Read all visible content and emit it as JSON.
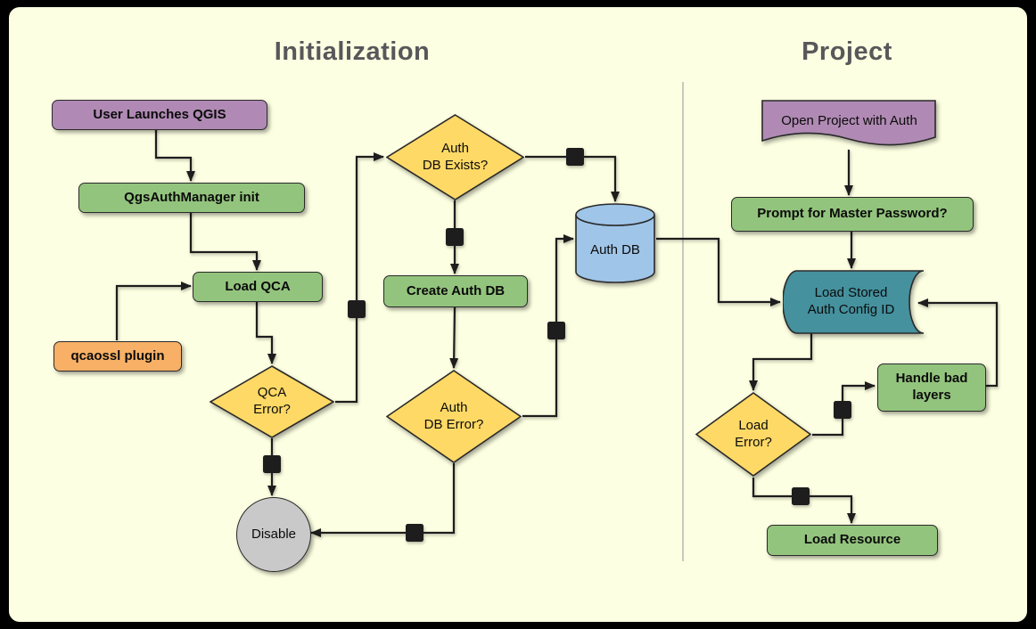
{
  "titles": {
    "initialization": "Initialization",
    "project": "Project"
  },
  "nodes": {
    "user_launches": {
      "label": "User Launches QGIS"
    },
    "auth_manager_init": {
      "label": "QgsAuthManager init"
    },
    "load_qca": {
      "label": "Load QCA"
    },
    "qcaossl": {
      "label": "qcaossl plugin"
    },
    "qca_error": {
      "lines": [
        "QCA",
        "Error?"
      ]
    },
    "disable": {
      "label": "Disable"
    },
    "auth_db_exists": {
      "lines": [
        "Auth",
        "DB Exists?"
      ]
    },
    "create_auth_db": {
      "label": "Create Auth DB"
    },
    "auth_db_error": {
      "lines": [
        "Auth",
        "DB Error?"
      ]
    },
    "auth_db": {
      "label": "Auth DB"
    },
    "open_project": {
      "label": "Open Project with Auth"
    },
    "prompt_master": {
      "label": "Prompt for Master Password?"
    },
    "load_stored": {
      "lines": [
        "Load Stored",
        "Auth Config ID"
      ]
    },
    "handle_bad": {
      "lines": [
        "Handle bad",
        "layers"
      ]
    },
    "load_error": {
      "lines": [
        "Load",
        "Error?"
      ]
    },
    "load_resource": {
      "label": "Load Resource"
    }
  },
  "palette": {
    "purple": "#b08ab4",
    "green": "#93c47d",
    "orange": "#f7b066",
    "yellow": "#ffd966",
    "blue": "#9fc5e8",
    "teal": "#45919e",
    "gray": "#c9c9c9",
    "bg": "#fdffe2",
    "ink": "#1d1d1d",
    "title": "#58585a"
  }
}
